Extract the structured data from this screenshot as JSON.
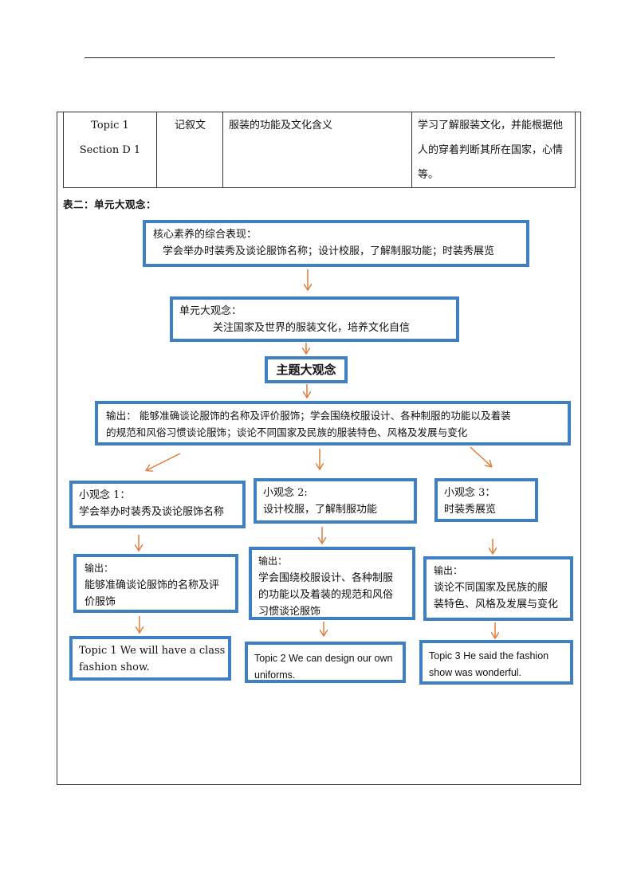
{
  "table_row": {
    "topic_line1": "Topic 1",
    "topic_line2": "Section D 1",
    "genre": "记叙文",
    "content": "服装的功能及文化含义",
    "goal_lines": [
      "学习了解服装文化，并能根据他",
      "人的穿着判断其所在国家，心情",
      "等。"
    ]
  },
  "table2_label": "表二：单元大观念：",
  "core": {
    "label": "核心素养的综合表现：",
    "text": "学会举办时装秀及谈论服饰名称；设计校服，了解制服功能；时装秀展览"
  },
  "unit": {
    "label": "单元大观念：",
    "text": "关注国家及世界的服装文化，培养文化自信"
  },
  "theme_title": "主题大观念",
  "output_main": {
    "line1": "输出：  能够准确谈论服饰的名称及评价服饰；学会围绕校服设计、各种制服的功能以及着装",
    "line2": "的规范和风俗习惯谈论服饰；谈论不同国家及民族的服装特色、风格及发展与变化"
  },
  "small_ideas": [
    {
      "label": "小观念 1：",
      "text": "学会举办时装秀及谈论服饰名称"
    },
    {
      "label": "小观念 2:",
      "text": "设计校服，了解制服功能"
    },
    {
      "label": "小观念 3：",
      "text": "时装秀展览"
    }
  ],
  "outputs": [
    {
      "label": "输出：",
      "lines": [
        "能够准确谈论服饰的名称及评",
        "价服饰"
      ]
    },
    {
      "label": "输出：",
      "lines": [
        "学会围绕校服设计、各种制服",
        "的功能以及着装的规范和风俗",
        "习惯谈论服饰"
      ]
    },
    {
      "label": "输出：",
      "lines": [
        "谈论不同国家及民族的服",
        "装特色、风格及发展与变化"
      ]
    }
  ],
  "topics": [
    {
      "lines": [
        "Topic 1 We will have a class",
        "fashion show."
      ]
    },
    {
      "lines": [
        "Topic 2 We can design our own",
        "uniforms."
      ]
    },
    {
      "lines": [
        "Topic 3 He said the fashion",
        "show was wonderful."
      ]
    }
  ],
  "colors": {
    "box_border": "#3f7fc4",
    "arrow": "#e07b39",
    "rule": "#222222"
  }
}
